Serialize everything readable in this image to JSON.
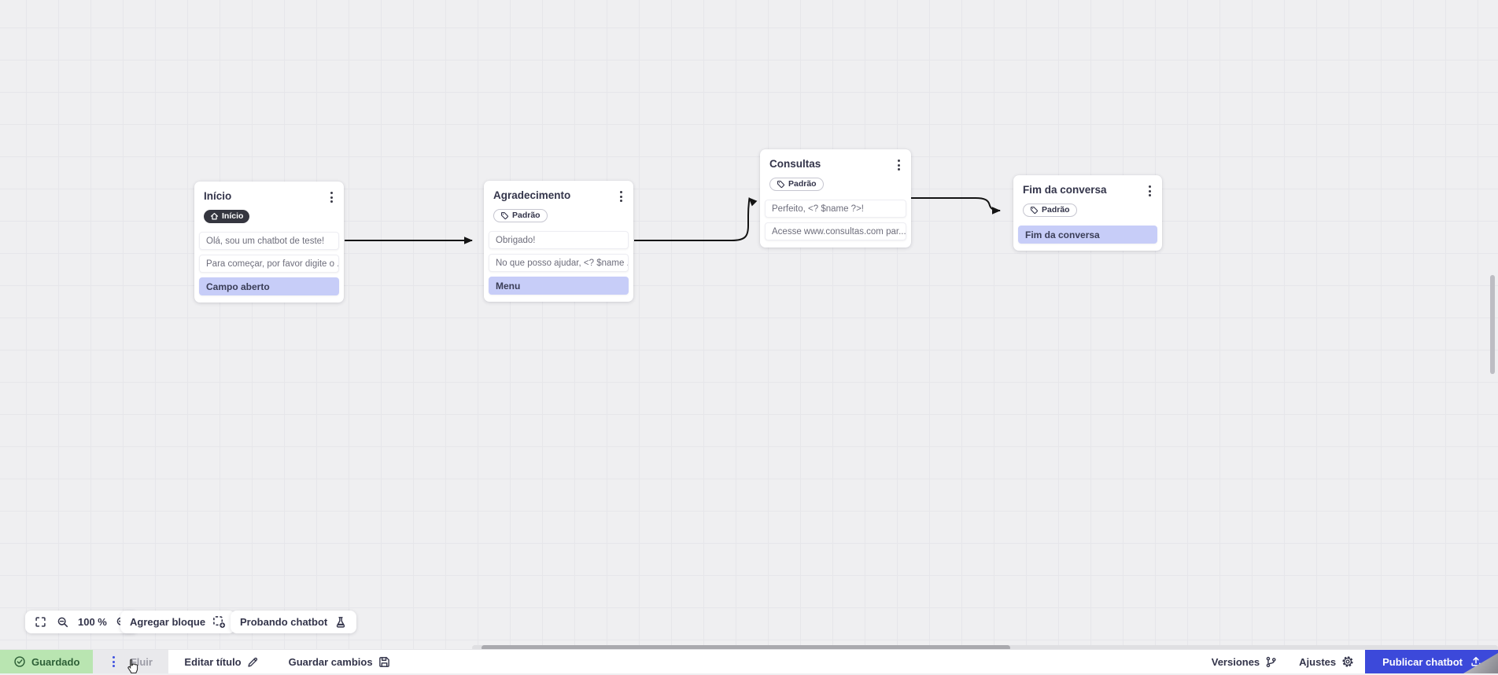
{
  "canvas": {
    "nodes": [
      {
        "title": "Início",
        "badge_label": "Início",
        "badge_icon": "home-icon",
        "rows": [
          {
            "text": "Olá, sou um chatbot de teste!",
            "highlight": false
          },
          {
            "text": "Para começar, por favor digite o ...",
            "highlight": false
          },
          {
            "text": "Campo aberto",
            "highlight": true
          }
        ]
      },
      {
        "title": "Agradecimento",
        "badge_label": "Padrão",
        "badge_icon": "tag-icon",
        "rows": [
          {
            "text": "Obrigado!",
            "highlight": false
          },
          {
            "text": "No que posso ajudar, <? $name ...",
            "highlight": false
          },
          {
            "text": "Menu",
            "highlight": true
          }
        ]
      },
      {
        "title": "Consultas",
        "badge_label": "Padrão",
        "badge_icon": "tag-icon",
        "rows": [
          {
            "text": "Perfeito, <? $name ?>!",
            "highlight": false
          },
          {
            "text": "Acesse www.consultas.com par...",
            "highlight": false
          }
        ]
      },
      {
        "title": "Fim da conversa",
        "badge_label": "Padrão",
        "badge_icon": "tag-icon",
        "rows": [
          {
            "text": "Fim da conversa",
            "highlight": true
          }
        ]
      }
    ],
    "connections": [
      {
        "from": "Início",
        "to": "Agradecimento"
      },
      {
        "from": "Agradecimento",
        "to": "Consultas"
      },
      {
        "from": "Consultas",
        "to": "Fim da conversa"
      }
    ]
  },
  "toolbar": {
    "zoom_level": "100 %",
    "add_block": "Agregar bloque",
    "test_chatbot": "Probando chatbot"
  },
  "statusbar": {
    "saved": "Guardado",
    "flow_name": "Fluir",
    "edit_title": "Editar título",
    "save_changes": "Guardar cambios",
    "versions": "Versiones",
    "settings": "Ajustes",
    "publish": "Publicar chatbot"
  },
  "colors": {
    "accent_blue": "#3c49da",
    "saved_green_bg": "#b9e5b1",
    "saved_green_text": "#2d5f36",
    "highlight_row": "#c7cdf8",
    "arrow": "#141414",
    "canvas_bg": "#efeff1"
  }
}
